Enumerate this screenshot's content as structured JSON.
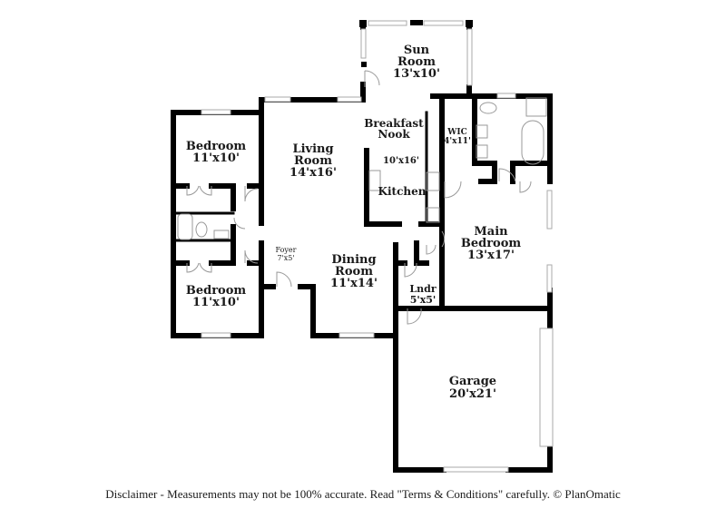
{
  "floorplan": {
    "rooms": [
      {
        "id": "sun-room",
        "name_lines": [
          "Sun",
          "Room"
        ],
        "dims": "13'x10'"
      },
      {
        "id": "bedroom-1",
        "name_lines": [
          "Bedroom"
        ],
        "dims": "11'x10'"
      },
      {
        "id": "living-room",
        "name_lines": [
          "Living",
          "Room"
        ],
        "dims": "14'x16'"
      },
      {
        "id": "breakfast-nook",
        "name_lines": [
          "Breakfast",
          "Nook"
        ],
        "dims": "10'x16'"
      },
      {
        "id": "kitchen",
        "name_lines": [
          "Kitchen"
        ],
        "dims": ""
      },
      {
        "id": "wic",
        "name_lines": [
          "WIC"
        ],
        "dims": "4'x11'"
      },
      {
        "id": "main-bedroom",
        "name_lines": [
          "Main",
          "Bedroom"
        ],
        "dims": "13'x17'"
      },
      {
        "id": "foyer",
        "name_lines": [
          "Foyer"
        ],
        "dims": "7'x5'"
      },
      {
        "id": "dining-room",
        "name_lines": [
          "Dining",
          "Room"
        ],
        "dims": "11'x14'"
      },
      {
        "id": "bedroom-2",
        "name_lines": [
          "Bedroom"
        ],
        "dims": "11'x10'"
      },
      {
        "id": "laundry",
        "name_lines": [
          "Lndr"
        ],
        "dims": "5'x5'"
      },
      {
        "id": "garage",
        "name_lines": [
          "Garage"
        ],
        "dims": "20'x21'"
      }
    ],
    "colors": {
      "wall": "#000000",
      "window": "#c8c8c8",
      "fixture": "#888888",
      "background": "#ffffff"
    }
  },
  "footer": {
    "disclaimer": "Disclaimer - Measurements may not be 100% accurate. Read \"Terms & Conditions\" carefully. © PlanOmatic"
  }
}
